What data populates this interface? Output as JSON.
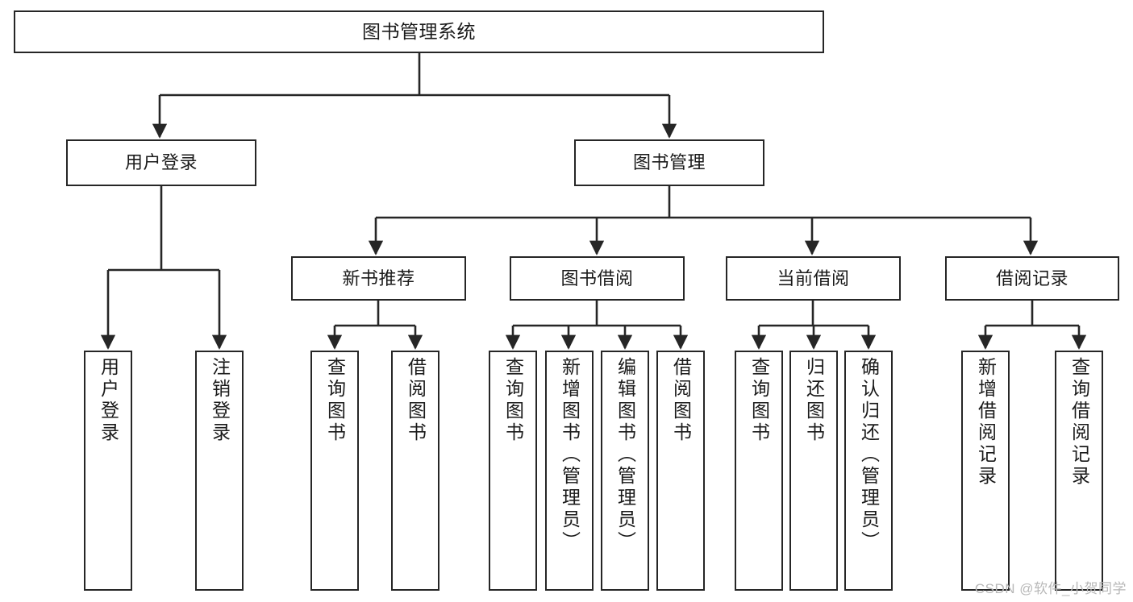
{
  "diagram": {
    "title": "图书管理系统",
    "type": "tree-hierarchy",
    "watermark": "CSDN @软件_小贺同学",
    "colors": {
      "background": "#ffffff",
      "border": "#262626",
      "text": "#1a1a1a",
      "watermark": "#b8b8b8"
    },
    "levels": {
      "root": {
        "label": "图书管理系统"
      },
      "level2": [
        {
          "label": "用户登录"
        },
        {
          "label": "图书管理"
        }
      ],
      "level3": [
        {
          "label": "新书推荐"
        },
        {
          "label": "图书借阅"
        },
        {
          "label": "当前借阅"
        },
        {
          "label": "借阅记录"
        }
      ],
      "leaves": {
        "user_login": [
          {
            "label": "用户登录"
          },
          {
            "label": "注销登录"
          }
        ],
        "new_book_recommend": [
          {
            "label": "查询图书"
          },
          {
            "label": "借阅图书"
          }
        ],
        "book_borrow": [
          {
            "label": "查询图书"
          },
          {
            "label": "新增图书（管理员）"
          },
          {
            "label": "编辑图书（管理员）"
          },
          {
            "label": "借阅图书"
          }
        ],
        "current_borrow": [
          {
            "label": "查询图书"
          },
          {
            "label": "归还图书"
          },
          {
            "label": "确认归还（管理员）"
          }
        ],
        "borrow_record": [
          {
            "label": "新增借阅记录"
          },
          {
            "label": "查询借阅记录"
          }
        ]
      }
    }
  }
}
